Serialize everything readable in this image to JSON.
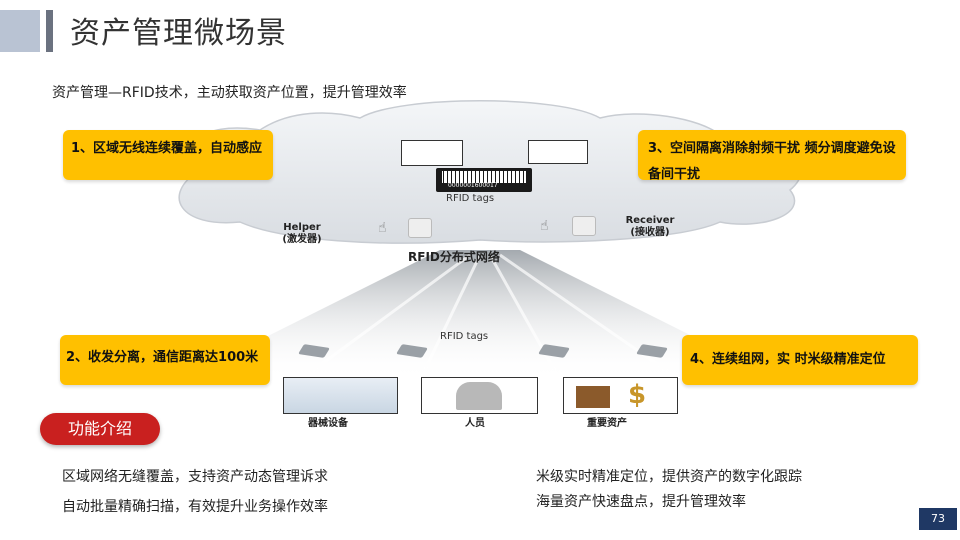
{
  "header": {
    "title": "资产管理微场景"
  },
  "subtitle": "资产管理—RFID技术，主动获取资产位置，提升管理效率",
  "callouts": {
    "c1": "1、区域无线连续覆盖，自动感应",
    "c2": "2、收发分离，通信距离达100米",
    "c3": "3、空间隔离消除射频干扰 频分调度避免设备间干扰",
    "c4": "4、连续组网，实 时米级精准定位"
  },
  "diagram": {
    "rfid_tags_top": "RFID tags",
    "rfid_tags_mid": "RFID tags",
    "helper": "Helper",
    "helper_cn": "(激发器)",
    "receiver": "Receiver",
    "receiver_cn": "(接收器)",
    "network": "RFID分布式网络",
    "barcode_text": "0000001600017",
    "items": [
      "器械设备",
      "人员",
      "重要资产"
    ]
  },
  "section_label": "功能介绍",
  "features": {
    "left": [
      "区域网络无缝覆盖，支持资产动态管理诉求",
      "自动批量精确扫描，有效提升业务操作效率"
    ],
    "right": [
      "米级实时精准定位，提供资产的数字化跟踪",
      "海量资产快速盘点，提升管理效率"
    ]
  },
  "page_number": "73",
  "colors": {
    "callout": "#ffc000",
    "pill": "#c9201f",
    "page_box": "#1f3864"
  }
}
